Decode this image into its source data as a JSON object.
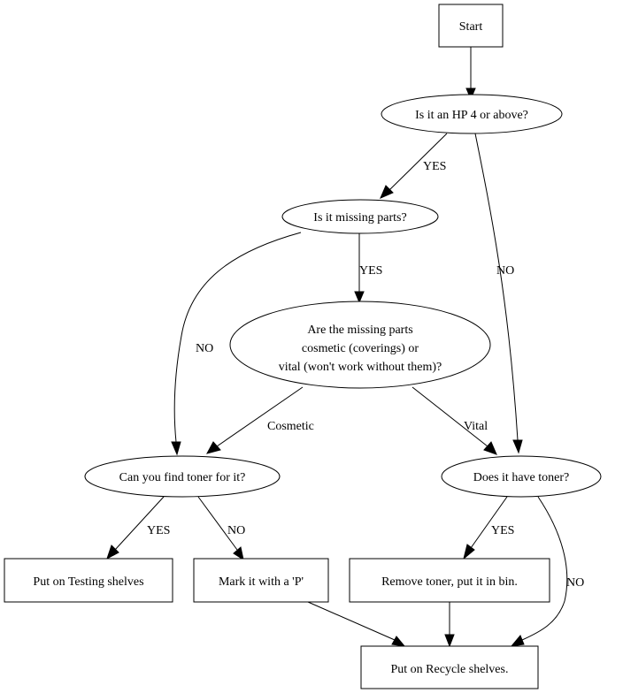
{
  "nodes": {
    "start": "Start",
    "hp4": "Is it an HP 4 or above?",
    "missing": "Is it missing parts?",
    "cosmetic_or_vital": [
      "Are the missing parts",
      "cosmetic (coverings) or",
      "vital (won't work without them)?"
    ],
    "find_toner": "Can you find toner for it?",
    "have_toner": "Does it have toner?",
    "testing": "Put on Testing shelves",
    "mark_p": "Mark it with a 'P'",
    "remove_toner": "Remove toner, put it in bin.",
    "recycle": "Put on Recycle shelves."
  },
  "edges": {
    "hp4_yes": "YES",
    "hp4_no": "NO",
    "missing_yes": "YES",
    "missing_no": "NO",
    "cosmetic": "Cosmetic",
    "vital": "Vital",
    "find_yes": "YES",
    "find_no": "NO",
    "have_yes": "YES",
    "have_no": "NO"
  }
}
